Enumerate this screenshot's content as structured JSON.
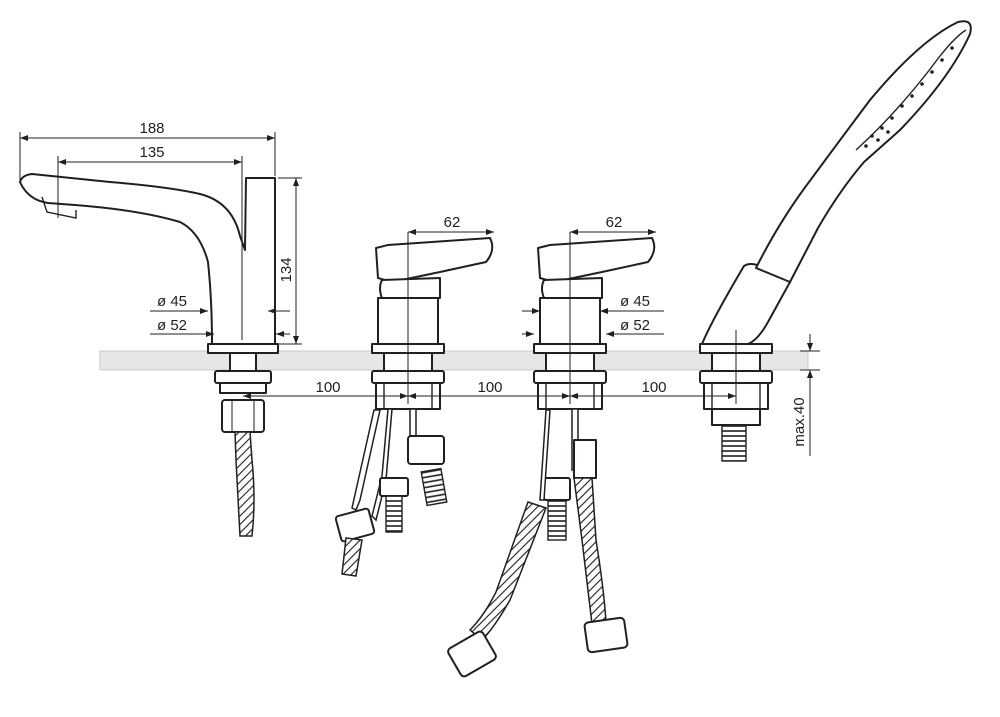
{
  "dimensions": {
    "spout_length": "188",
    "spout_reach": "135",
    "spout_height": "134",
    "diameter_45": "ø 45",
    "diameter_52": "ø 52",
    "handle_width": "62",
    "spacing": "100",
    "max_deck": "max.40"
  },
  "colors": {
    "line": "#231f20",
    "deck": "#e6e6e7",
    "background": "#ffffff"
  }
}
